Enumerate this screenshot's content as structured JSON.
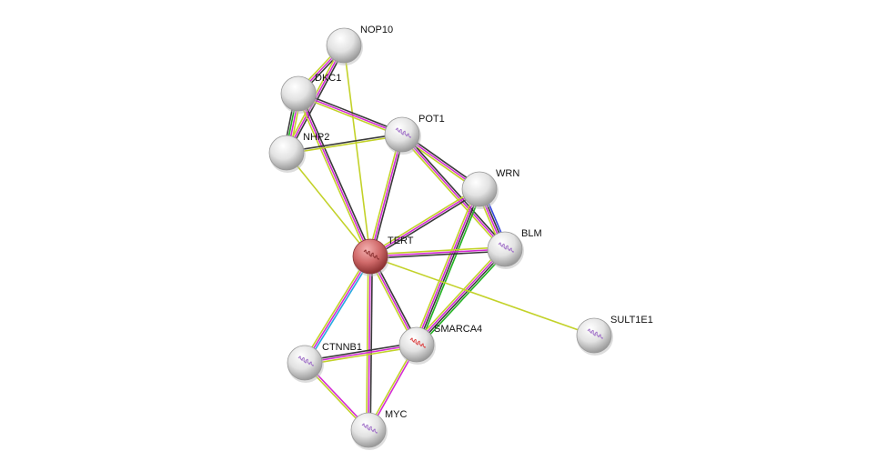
{
  "colors": {
    "g": "#c3d22a",
    "m": "#d42bd4",
    "k": "#3a3a3a",
    "green": "#22b322",
    "blue": "#3344dd",
    "cyan": "#27a9e0",
    "query_node": "#c85050",
    "node": "#d8d8d8"
  },
  "nodes": [
    {
      "id": "NOP10",
      "label": "NOP10",
      "query": false,
      "structure": false
    },
    {
      "id": "DKC1",
      "label": "DKC1",
      "query": false,
      "structure": false
    },
    {
      "id": "NHP2",
      "label": "NHP2",
      "query": false,
      "structure": false
    },
    {
      "id": "POT1",
      "label": "POT1",
      "query": false,
      "structure": true
    },
    {
      "id": "WRN",
      "label": "WRN",
      "query": false,
      "structure": false
    },
    {
      "id": "BLM",
      "label": "BLM",
      "query": false,
      "structure": true
    },
    {
      "id": "TERT",
      "label": "TERT",
      "query": true,
      "structure": true
    },
    {
      "id": "SULT1E1",
      "label": "SULT1E1",
      "query": false,
      "structure": true
    },
    {
      "id": "SMARCA4",
      "label": "SMARCA4",
      "query": false,
      "structure": true
    },
    {
      "id": "CTNNB1",
      "label": "CTNNB1",
      "query": false,
      "structure": true
    },
    {
      "id": "MYC",
      "label": "MYC",
      "query": false,
      "structure": true
    }
  ],
  "edges": [
    {
      "a": "NOP10",
      "b": "DKC1",
      "c": [
        "k",
        "m",
        "g"
      ]
    },
    {
      "a": "NOP10",
      "b": "NHP2",
      "c": [
        "k",
        "m",
        "g"
      ]
    },
    {
      "a": "NOP10",
      "b": "TERT",
      "c": [
        "g"
      ]
    },
    {
      "a": "DKC1",
      "b": "NHP2",
      "c": [
        "g",
        "m",
        "green",
        "k"
      ]
    },
    {
      "a": "DKC1",
      "b": "POT1",
      "c": [
        "k",
        "m",
        "g"
      ]
    },
    {
      "a": "DKC1",
      "b": "TERT",
      "c": [
        "k",
        "m",
        "g"
      ]
    },
    {
      "a": "NHP2",
      "b": "POT1",
      "c": [
        "k",
        "g"
      ]
    },
    {
      "a": "NHP2",
      "b": "TERT",
      "c": [
        "g"
      ]
    },
    {
      "a": "POT1",
      "b": "TERT",
      "c": [
        "k",
        "m",
        "g"
      ]
    },
    {
      "a": "POT1",
      "b": "WRN",
      "c": [
        "k",
        "m",
        "g"
      ]
    },
    {
      "a": "POT1",
      "b": "BLM",
      "c": [
        "k",
        "m",
        "g"
      ]
    },
    {
      "a": "WRN",
      "b": "TERT",
      "c": [
        "k",
        "m",
        "g"
      ]
    },
    {
      "a": "WRN",
      "b": "BLM",
      "c": [
        "blue",
        "k",
        "m",
        "g"
      ]
    },
    {
      "a": "WRN",
      "b": "SMARCA4",
      "c": [
        "green",
        "k",
        "m",
        "g"
      ]
    },
    {
      "a": "BLM",
      "b": "TERT",
      "c": [
        "k",
        "m",
        "g"
      ]
    },
    {
      "a": "BLM",
      "b": "SMARCA4",
      "c": [
        "green",
        "k",
        "m",
        "g"
      ]
    },
    {
      "a": "TERT",
      "b": "SULT1E1",
      "c": [
        "g"
      ]
    },
    {
      "a": "TERT",
      "b": "SMARCA4",
      "c": [
        "k",
        "m",
        "g"
      ]
    },
    {
      "a": "TERT",
      "b": "CTNNB1",
      "c": [
        "cyan",
        "m",
        "g"
      ]
    },
    {
      "a": "TERT",
      "b": "MYC",
      "c": [
        "k",
        "m",
        "g"
      ]
    },
    {
      "a": "CTNNB1",
      "b": "SMARCA4",
      "c": [
        "k",
        "m",
        "g"
      ]
    },
    {
      "a": "CTNNB1",
      "b": "MYC",
      "c": [
        "m",
        "g"
      ]
    },
    {
      "a": "SMARCA4",
      "b": "MYC",
      "c": [
        "m",
        "g"
      ]
    }
  ]
}
